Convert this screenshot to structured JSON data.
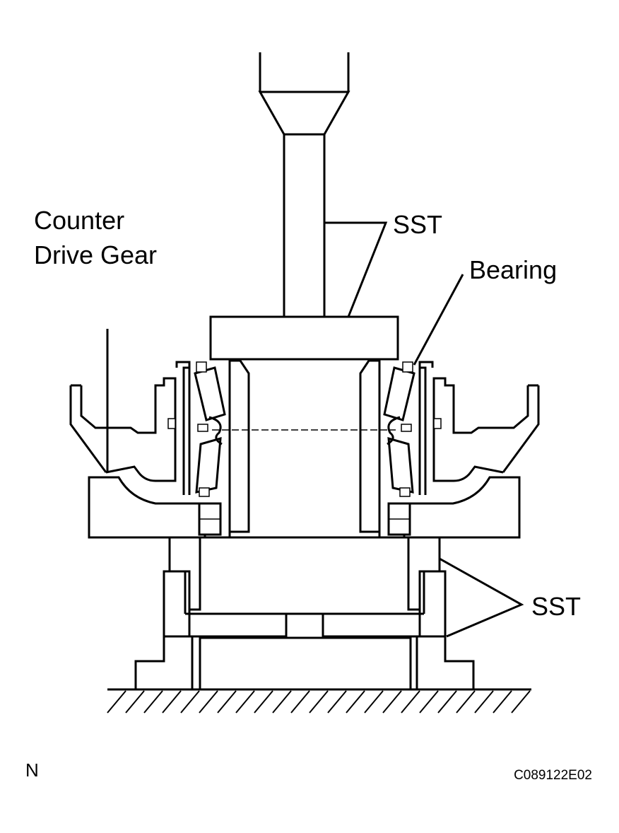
{
  "labels": {
    "counter_drive_gear_line1": "Counter",
    "counter_drive_gear_line2": "Drive Gear",
    "sst_upper": "SST",
    "bearing": "Bearing",
    "sst_lower": "SST",
    "corner_mark": "N",
    "figure_code": "C089122E02"
  }
}
